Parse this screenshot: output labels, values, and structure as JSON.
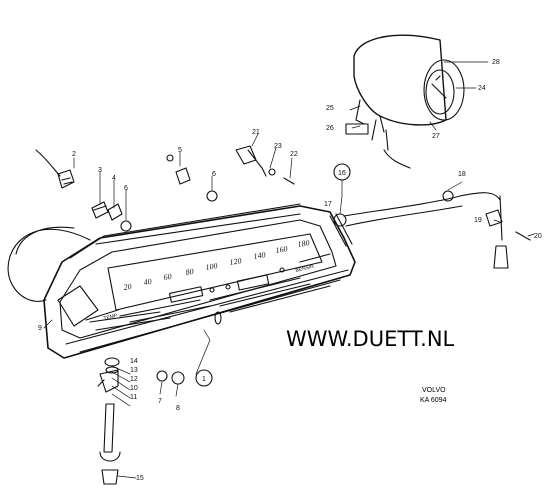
{
  "watermark": "WWW.DUETT.NL",
  "maker": {
    "brand": "VOLVO",
    "code": "KA 6094"
  },
  "speedometer_scale": [
    "20",
    "40",
    "60",
    "80",
    "100",
    "120",
    "140",
    "160",
    "180"
  ],
  "dial_labels": {
    "temp": "TEMP",
    "fuel": "BENSIN"
  },
  "callouts": [
    "1",
    "2",
    "3",
    "4",
    "5",
    "6",
    "6",
    "7",
    "8",
    "9",
    "10",
    "11",
    "12",
    "13",
    "14",
    "15",
    "16",
    "17",
    "18",
    "19",
    "20",
    "21",
    "22",
    "23",
    "24",
    "25",
    "26",
    "27",
    "28"
  ]
}
